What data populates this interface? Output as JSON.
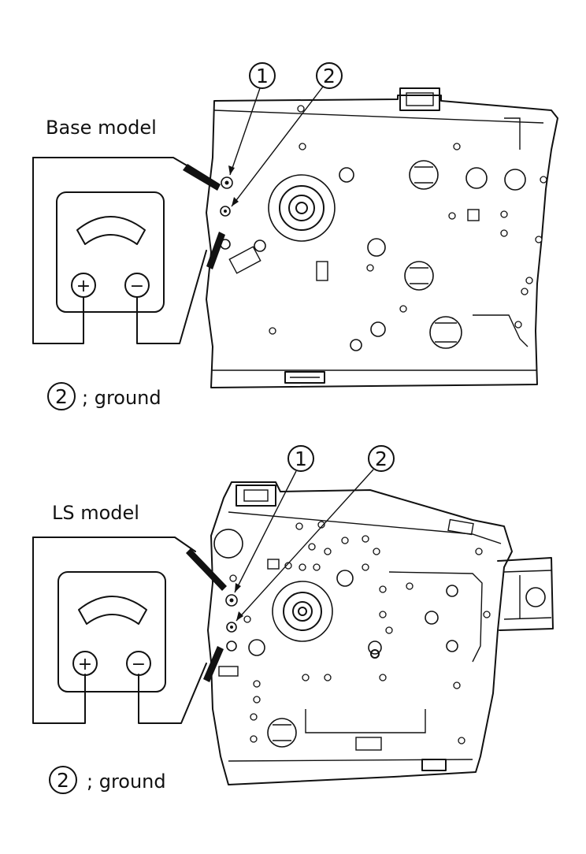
{
  "figures": [
    {
      "id": "base",
      "model_label": "Base model",
      "callouts": [
        "1",
        "2"
      ],
      "meter_signs": {
        "plus": "+",
        "minus": "−"
      },
      "note_symbol": "2",
      "note_text": "; ground"
    },
    {
      "id": "ls",
      "model_label": "LS model",
      "callouts": [
        "1",
        "2"
      ],
      "meter_signs": {
        "plus": "+",
        "minus": "−"
      },
      "note_symbol": "2",
      "note_text": "; ground"
    }
  ]
}
